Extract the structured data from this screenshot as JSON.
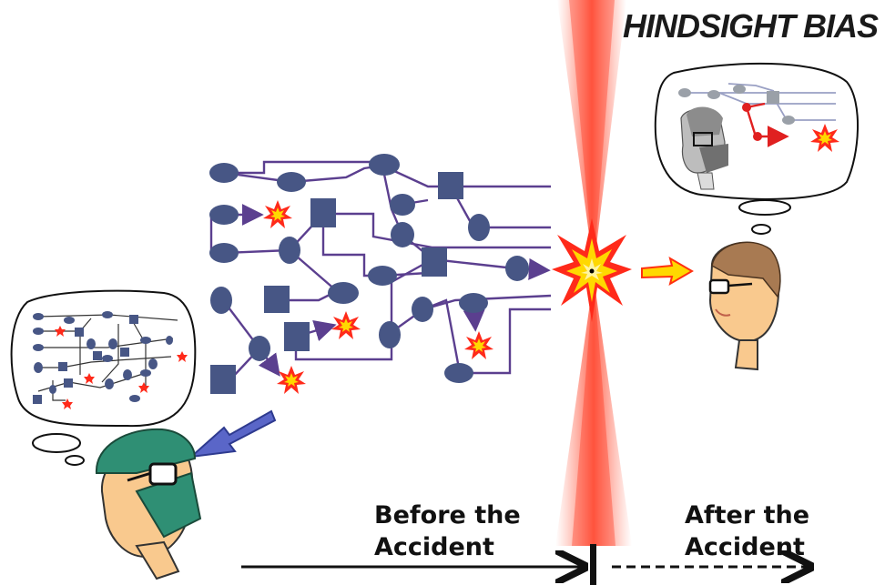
{
  "title": "HINDSIGHT BIAS",
  "timeline": {
    "before_line1": "Before the",
    "before_line2": "Accident",
    "after_line1": "After the",
    "after_line2": "Accident"
  },
  "colors": {
    "node": "#475685",
    "path": "#5b3f8f",
    "explosion_outer": "#ff2a1a",
    "explosion_inner": "#ffd800",
    "hindsight_path": "#e02020",
    "faded_path": "#9aa0c4",
    "beam": "#ff5a40"
  },
  "icons": {
    "explosion": "explosion-icon",
    "arrow": "arrow-icon",
    "surgeon": "surgeon-head-icon",
    "observer": "observer-head-icon"
  }
}
